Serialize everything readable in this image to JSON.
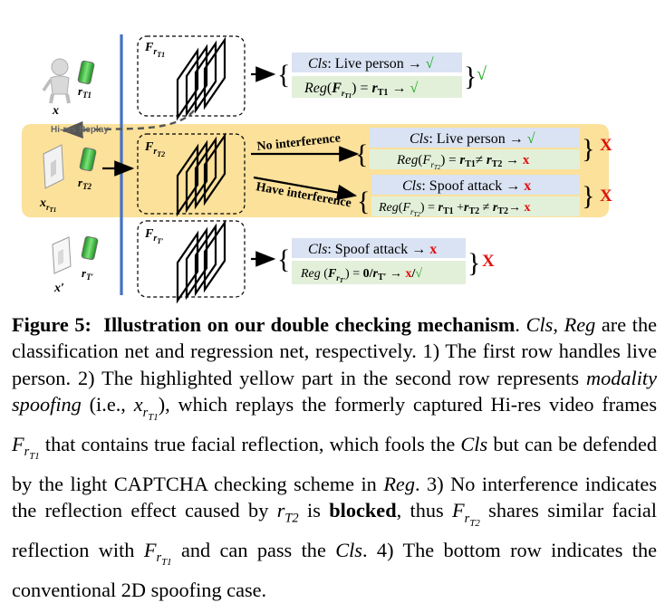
{
  "figure": {
    "rows": [
      {
        "input": "x",
        "light": "r",
        "light_sub": "T1",
        "feature": "F",
        "feature_sub": "r",
        "feature_subsub": "T1",
        "branches": [
          {
            "label": "",
            "cls_prefix": "Cls",
            "cls_text": ": Live person → ",
            "cls_mark": "√",
            "reg_text": "Reg(F",
            "reg_mid": ") = r",
            "reg_tail": " → ",
            "reg_mark": "√"
          }
        ],
        "verdict": "√"
      },
      {
        "replay_label": "Hi-res Replay",
        "input": "x",
        "light": "r",
        "light_sub": "T2",
        "feature": "F",
        "branches": [
          {
            "label": "No interference",
            "cls_prefix": "Cls",
            "cls_text": ": Live person → ",
            "cls_mark": "√",
            "reg_text": "Reg(F",
            "reg_mid": ") = r",
            "reg_tail": "≠ r",
            "reg_mark": "x"
          },
          {
            "label": "Have interference",
            "cls_prefix": "Cls",
            "cls_text": ": Spoof attack → ",
            "cls_mark": "x",
            "reg_text": "Reg(F",
            "reg_mid": ") = r",
            "reg_tail": " +r",
            "reg_mark": "x"
          }
        ],
        "verdicts": [
          "x",
          "x"
        ]
      },
      {
        "input": "x′",
        "light": "r",
        "light_sub": "T′",
        "feature": "F",
        "branches": [
          {
            "label": "",
            "cls_prefix": "Cls",
            "cls_text": ": Spoof attack → ",
            "cls_mark": "x",
            "reg_text": "Reg (F",
            "reg_mid": ") = 0/r",
            "reg_tail": " → ",
            "reg_mark": "x/√"
          }
        ],
        "verdict": "x"
      }
    ]
  },
  "caption": {
    "label": "Figure 5:",
    "title": "Illustration on our double checking mechanism",
    "cls": "Cls",
    "reg": "Reg",
    "sentence1": " are the classification net and regression net, respectively. 1) The first row handles live person. 2) The highlighted yellow part in the second row represents ",
    "modality": "modality spoofing",
    "ie": " (i.e., ",
    "s2a": "), which replays the formerly captured Hi-res video frames ",
    "s2b": " that contains true facial reflection, which fools the ",
    "s2c": " but can be defended by the light CAPTCHA checking scheme in ",
    "s3a": ". 3) No interference indicates the reflection effect caused by ",
    "is": " is ",
    "blocked": "blocked",
    "s3b": ", thus ",
    "s3c": " shares similar facial reflection with ",
    "s3d": " and can pass the ",
    "s4": ". 4) The bottom row indicates the conventional 2D spoofing case."
  },
  "colors": {
    "timeline": "#4472c4",
    "highlight": "#fbe19a",
    "cls_box": "#dae3f3",
    "reg_box": "#e2f0d9",
    "check": "#1aa81a",
    "cross": "#e01010",
    "phone_green": "#3ecf3e"
  }
}
